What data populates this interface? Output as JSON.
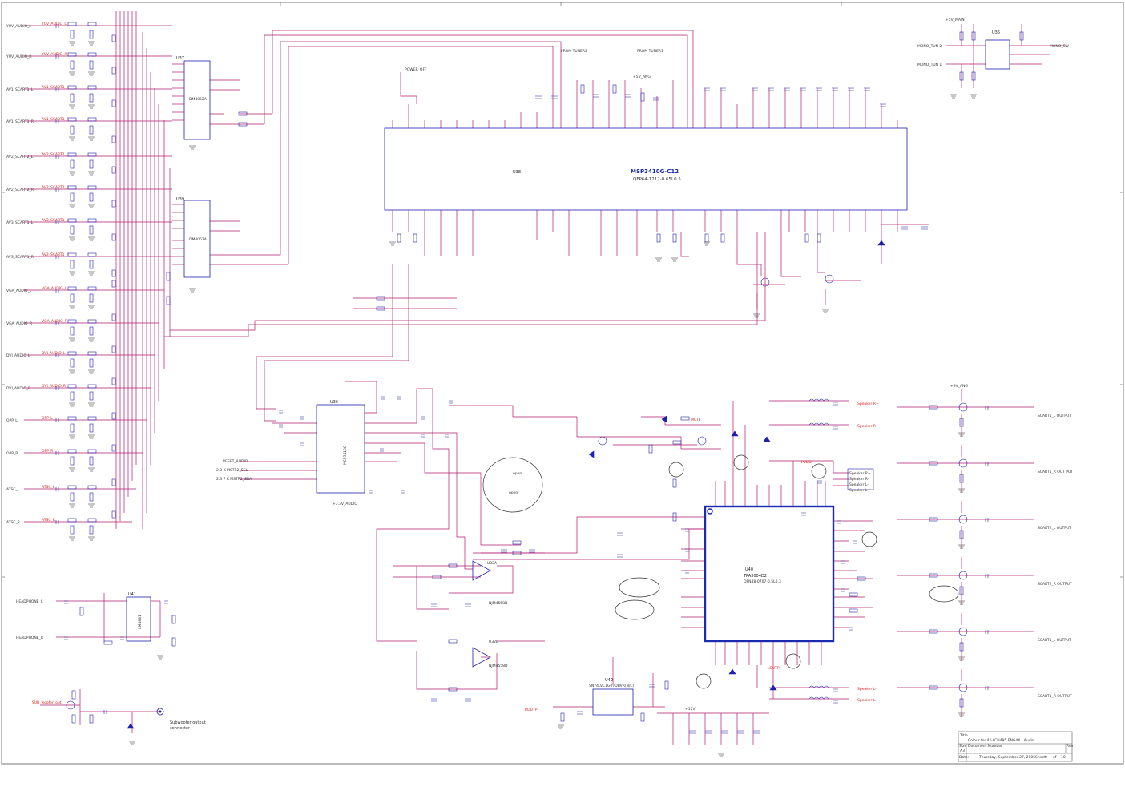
{
  "colors": {
    "wire": "#b31b6f",
    "part": "#1f1fb0",
    "label": "#e0201c",
    "text": "#333333",
    "ic": "#1c2ab0"
  },
  "ics": {
    "u37": {
      "ref": "U37",
      "part": "DM4052A"
    },
    "u39": {
      "ref": "U39",
      "part": "DM4052A"
    },
    "u38": {
      "ref": "U38",
      "part": "MSP3410G-C12",
      "package": "QFP64-1212-0.65L0.5"
    },
    "u36": {
      "ref": "U36",
      "part": "MSP3410G"
    },
    "u40": {
      "ref": "U40",
      "part": "TPA3004D2",
      "package": "QFN48-0707-0.5L0.3"
    },
    "u41": {
      "ref": "U41",
      "part": "LM4881"
    },
    "u42": {
      "ref": "U42",
      "part": "SN74LVC1G07DBVR(N/C)"
    },
    "u35": {
      "ref": "U35"
    },
    "u32a": {
      "ref": "U32A",
      "part": "NJM4558D"
    },
    "u32b": {
      "ref": "U32B",
      "part": "NJM4558D"
    }
  },
  "inputs": [
    {
      "net": "YUV_AUDIO_L",
      "name": "YUV_AUDIO_L"
    },
    {
      "net": "YUV_AUDIO_R",
      "name": "YUV_AUDIO_R"
    },
    {
      "net": "AV1_SCART1_L",
      "name": "AV1_SCART1_L"
    },
    {
      "net": "AV1_SCART1_R",
      "name": "AV1_SCART1_R"
    },
    {
      "net": "AV2_SCART2_L",
      "name": "AV2_SCART2_L"
    },
    {
      "net": "AV2_SCART2_R",
      "name": "AV2_SCART2_R"
    },
    {
      "net": "AV3_SCART1_L",
      "name": "AV3_SCART1_L"
    },
    {
      "net": "AV3_SCART1_R",
      "name": "AV3_SCART1_R"
    },
    {
      "net": "VGA_AUDIO_L",
      "name": "VGA_AUDIO_L"
    },
    {
      "net": "VGA_AUDIO_R",
      "name": "VGA_AUDIO_R"
    },
    {
      "net": "DVI_AUDIO_L",
      "name": "DVI_AUDIO_L"
    },
    {
      "net": "DVI_AUDIO_R",
      "name": "DVI_AUDIO_R"
    },
    {
      "net": "OPP_L",
      "name": "OPP_L"
    },
    {
      "net": "OPP_R",
      "name": "OPP_R"
    },
    {
      "net": "ATSC_L",
      "name": "ATSC_L"
    },
    {
      "net": "ATSC_R",
      "name": "ATSC_R"
    }
  ],
  "outputs": [
    {
      "name": "SCART1_L OUTPUT"
    },
    {
      "name": "SCART1_R OUT PUT"
    },
    {
      "name": "SCART2_L OUTPUT"
    },
    {
      "name": "SCART2_R OUTPUT"
    },
    {
      "name": "SCART1_L OUTPUT"
    },
    {
      "name": "SCART1_R OUTPUT"
    }
  ],
  "speakers": [
    "Speaker R+",
    "Speaker R-",
    "Speaker L-",
    "Speaker L+"
  ],
  "notes": {
    "from_tuner2": "FROM TUNER2",
    "from_tuner1": "FROM TUNER1",
    "subwoofer1": "Subwoofer output",
    "subwoofer2": "connector",
    "headphone_l": "HEADPHONE_L",
    "headphone_r": "HEADPHONE_R",
    "mono_tun2": "MONO_TUN 2",
    "mono_tun1": "MONO_TUN 1",
    "mono_sw": "MONO_SW",
    "open": "open",
    "power_off": "POWER_OFF",
    "pvdd": "PVDD",
    "loutp": "LOUTP",
    "routp": "ROUTP",
    "reset_audio": "RESET_AUDIO",
    "i2c_scl": "2.3 K  MSTR2_SCL",
    "i2c_sda": "2.3 7 K  MSTR2_SDA",
    "mute": "MUTE",
    "sub_woofer_out": "SUB_woofer_out",
    "v33_audio": "+3.3V_AUDIO",
    "v5_ang": "+5V_ANG",
    "v12": "+12V",
    "v9_ang": "+9V_ANG",
    "v5v_main": "+5V_MAIN"
  },
  "title_block": {
    "title_label": "Title",
    "title": "Colour for 4K-LCH495 ENG4X - Audio",
    "size_label": "Size",
    "size": "A3",
    "doc_label": "Document Number",
    "rev_label": "Rev",
    "date_label": "Date:",
    "date": "Thursday, September 27, 2005",
    "sheet_label": "Sheet",
    "sheet": "9",
    "of_label": "of",
    "of": "10"
  }
}
